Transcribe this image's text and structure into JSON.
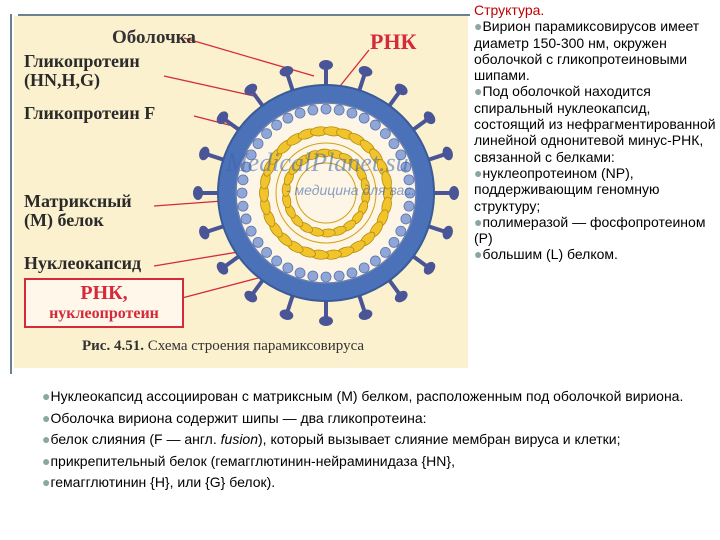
{
  "figure": {
    "labels": {
      "shell": "Оболочка",
      "glycoprotein_hn": "Гликопротеин (HN,H,G)",
      "glycoprotein_f": "Гликопротеин F",
      "rnk_top": "РНК",
      "matrix": "Матриксный (М) белок",
      "nucleocapsid": "Нуклеокапсид",
      "rnk_box_line1": "РНК,",
      "rnk_box_line2": "нуклеопротеин"
    },
    "caption_num": "Рис. 4.51.",
    "caption_text": "Схема строения парамиксовируса",
    "watermark_line1": "MedicalPlanet.su",
    "watermark_line2": "- медицина для вас."
  },
  "colors": {
    "panel_bg": "#fbf1cf",
    "envelope": "#4b72b8",
    "spike": "#4a5597",
    "nucleocapsid": "#f0c42a",
    "label_red": "#d42a3a",
    "heading_red": "#c00000"
  },
  "right_text": {
    "title": "Структура.",
    "p1": "Вирион парамиксовирусов имеет диаметр 150-300 нм, окружен оболочкой с гликопротеиновыми шипами.",
    "p2": "Под оболочкой находится спиральный нуклеокапсид, состоящий из нефрагментированной линейной однонитевой минус-РНК, связанной с белками:",
    "p3": "нуклеопротеином (NP), поддерживающим геномную структуру;",
    "p4": "полимеразой — фосфопротеином (P)",
    "p5": "большим (L) белком."
  },
  "bottom_text": {
    "l1": "Нуклеокапсид ассоциирован с матриксным (М) белком, расположенным под оболочкой вириона.",
    "l2": "Оболочка вириона содержит шипы — два гликопротеина:",
    "l3_pre": "белок слияния (F — англ. ",
    "l3_em": "fusion",
    "l3_post": "), который вызывает слияние мембран вируса и клетки;",
    "l4": "прикрепительный белок (гемагглютинин-нейраминидаза {HN},",
    "l5": "гемагглютинин {H}, или {G} белок)."
  },
  "bullet_glyph": "●"
}
